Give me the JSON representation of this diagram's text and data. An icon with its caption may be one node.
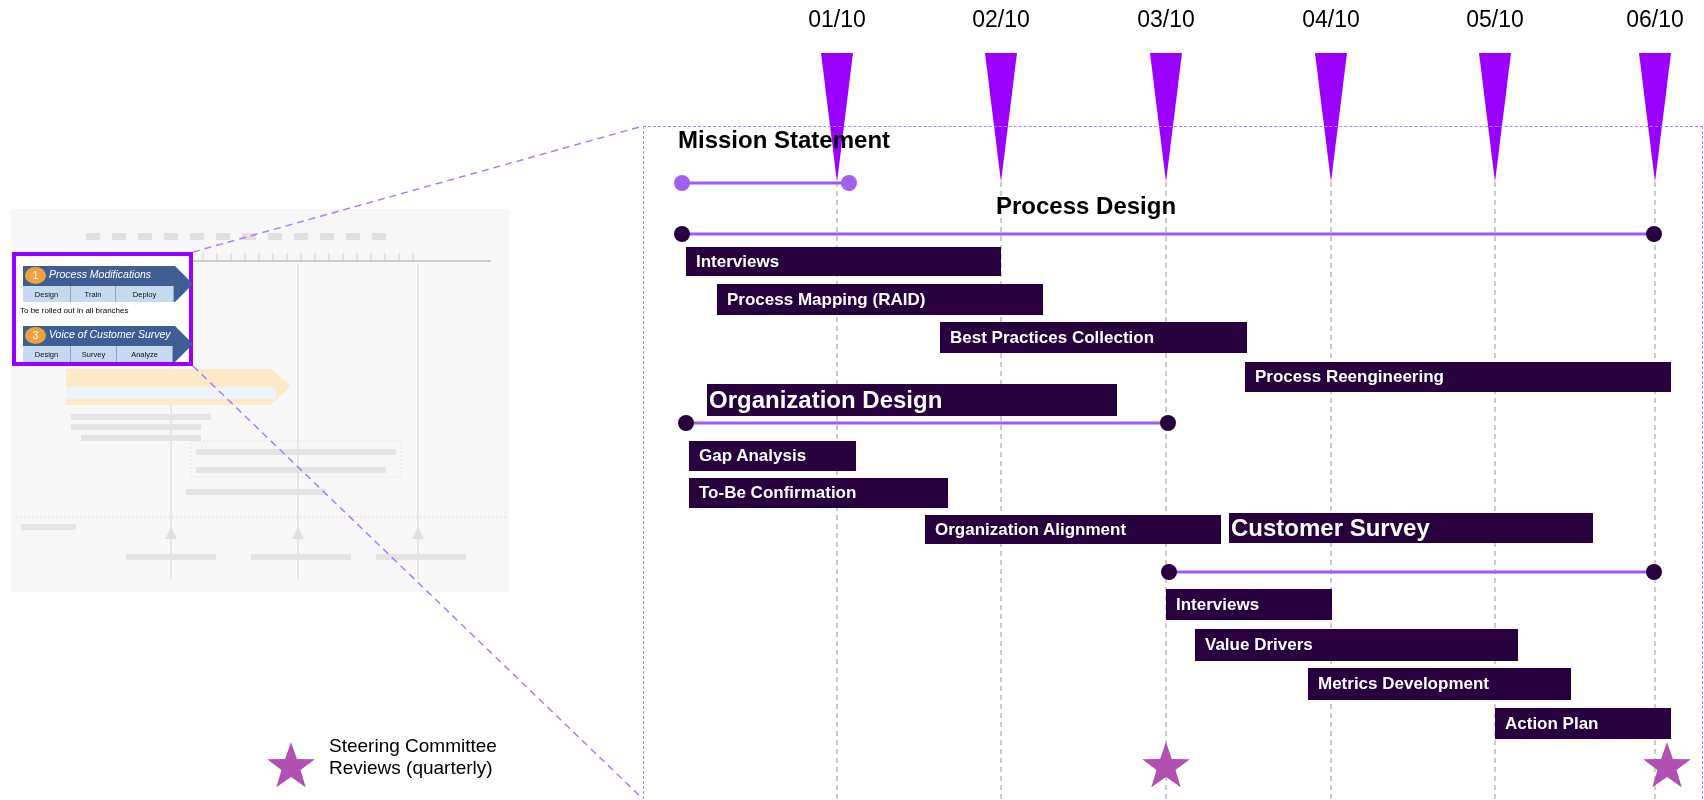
{
  "diagram": {
    "nodes": [
      {
        "text": [
          "01/10"
        ]
      },
      {
        "text": [
          "02/10"
        ]
      },
      {
        "text": [
          "03/10"
        ]
      },
      {
        "text": [
          "04/10"
        ]
      },
      {
        "text": [
          "05/10"
        ]
      },
      {
        "text": [
          "06/10"
        ]
      },
      {
        "text": [],
        "shape": "picture"
      },
      {
        "text": [],
        "shape": "box",
        "in": 6
      },
      {
        "text": [
          "Process Modifications"
        ],
        "in": 7
      },
      {
        "text": [
          "1"
        ],
        "in": 8
      },
      {
        "text": [
          "Design"
        ],
        "in": 8
      },
      {
        "text": [
          "Train"
        ],
        "in": 8
      },
      {
        "text": [
          "Deploy"
        ],
        "in": 8
      },
      {
        "text": [
          "Voice of Customer Survey"
        ],
        "in": 7
      },
      {
        "text": [
          "3"
        ],
        "in": 13
      },
      {
        "text": [
          "Design"
        ],
        "in": 13
      },
      {
        "text": [
          "Survey"
        ],
        "in": 13
      },
      {
        "text": [
          "Analyze"
        ],
        "in": 13
      },
      {
        "text": [],
        "shape": "box"
      },
      {
        "text": [
          "Interviews"
        ],
        "in": 18
      },
      {
        "text": [
          "Process Mapping (RAID)"
        ],
        "in": 18
      },
      {
        "text": [
          "Best Practices Collection"
        ],
        "in": 18
      },
      {
        "text": [
          "Process Reengineering"
        ],
        "in": 18
      },
      {
        "text": [
          "Organization Design"
        ],
        "in": 18
      },
      {
        "text": [
          "Gap Analysis"
        ],
        "in": 18
      },
      {
        "text": [
          "To-Be Confirmation"
        ],
        "in": 18
      },
      {
        "text": [
          "Organization Alignment"
        ],
        "in": 18
      },
      {
        "text": [
          "Customer Survey"
        ],
        "in": 18
      },
      {
        "text": [
          "Interviews"
        ],
        "in": 18
      },
      {
        "text": [
          "Value Drivers"
        ],
        "in": 18
      },
      {
        "text": [
          "Metrics Development"
        ],
        "in": 18
      },
      {
        "text": [
          "Action Plan"
        ],
        "in": 18
      }
    ],
    "edges": [
      {
        "from": 7,
        "to": 18,
        "arrow": "none",
        "style": "dashed"
      },
      {
        "from": 7,
        "to": 18,
        "arrow": "none",
        "style": "dashed"
      }
    ],
    "labels": [
      "Mission Statement",
      "Process Design",
      "To be rolled out in all branches"
    ],
    "legend": [
      {
        "text": "Steering Committee Reviews (quarterly)"
      }
    ]
  }
}
